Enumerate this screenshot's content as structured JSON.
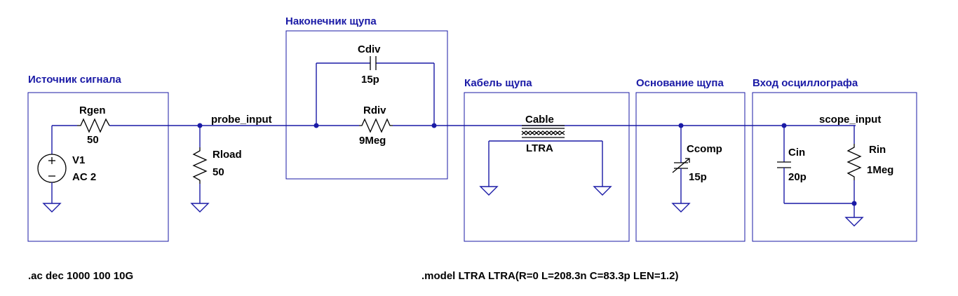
{
  "blocks": {
    "source_title": "Источник сигнала",
    "tip_title": "Наконечник щупа",
    "cable_title": "Кабель щупа",
    "base_title": "Основание щупа",
    "scope_title": "Вход осциллографа"
  },
  "nets": {
    "probe_input": "probe_input",
    "scope_input": "scope_input"
  },
  "components": {
    "rgen": {
      "name": "Rgen",
      "value": "50"
    },
    "v1": {
      "name": "V1",
      "value": "AC 2"
    },
    "rload": {
      "name": "Rload",
      "value": "50"
    },
    "cdiv": {
      "name": "Cdiv",
      "value": "15p"
    },
    "rdiv": {
      "name": "Rdiv",
      "value": "9Meg"
    },
    "cable": {
      "name": "Cable",
      "value": "LTRA"
    },
    "ccomp": {
      "name": "Ccomp",
      "value": "15p"
    },
    "cin": {
      "name": "Cin",
      "value": "20p"
    },
    "rin": {
      "name": "Rin",
      "value": "1Meg"
    }
  },
  "directives": {
    "ac": ".ac dec 1000 100 10G",
    "model": ".model LTRA LTRA(R=0 L=208.3n C=83.3p LEN=1.2)"
  },
  "colors": {
    "wire": "#1a1aa6",
    "component": "#000000",
    "background": "#ffffff"
  }
}
